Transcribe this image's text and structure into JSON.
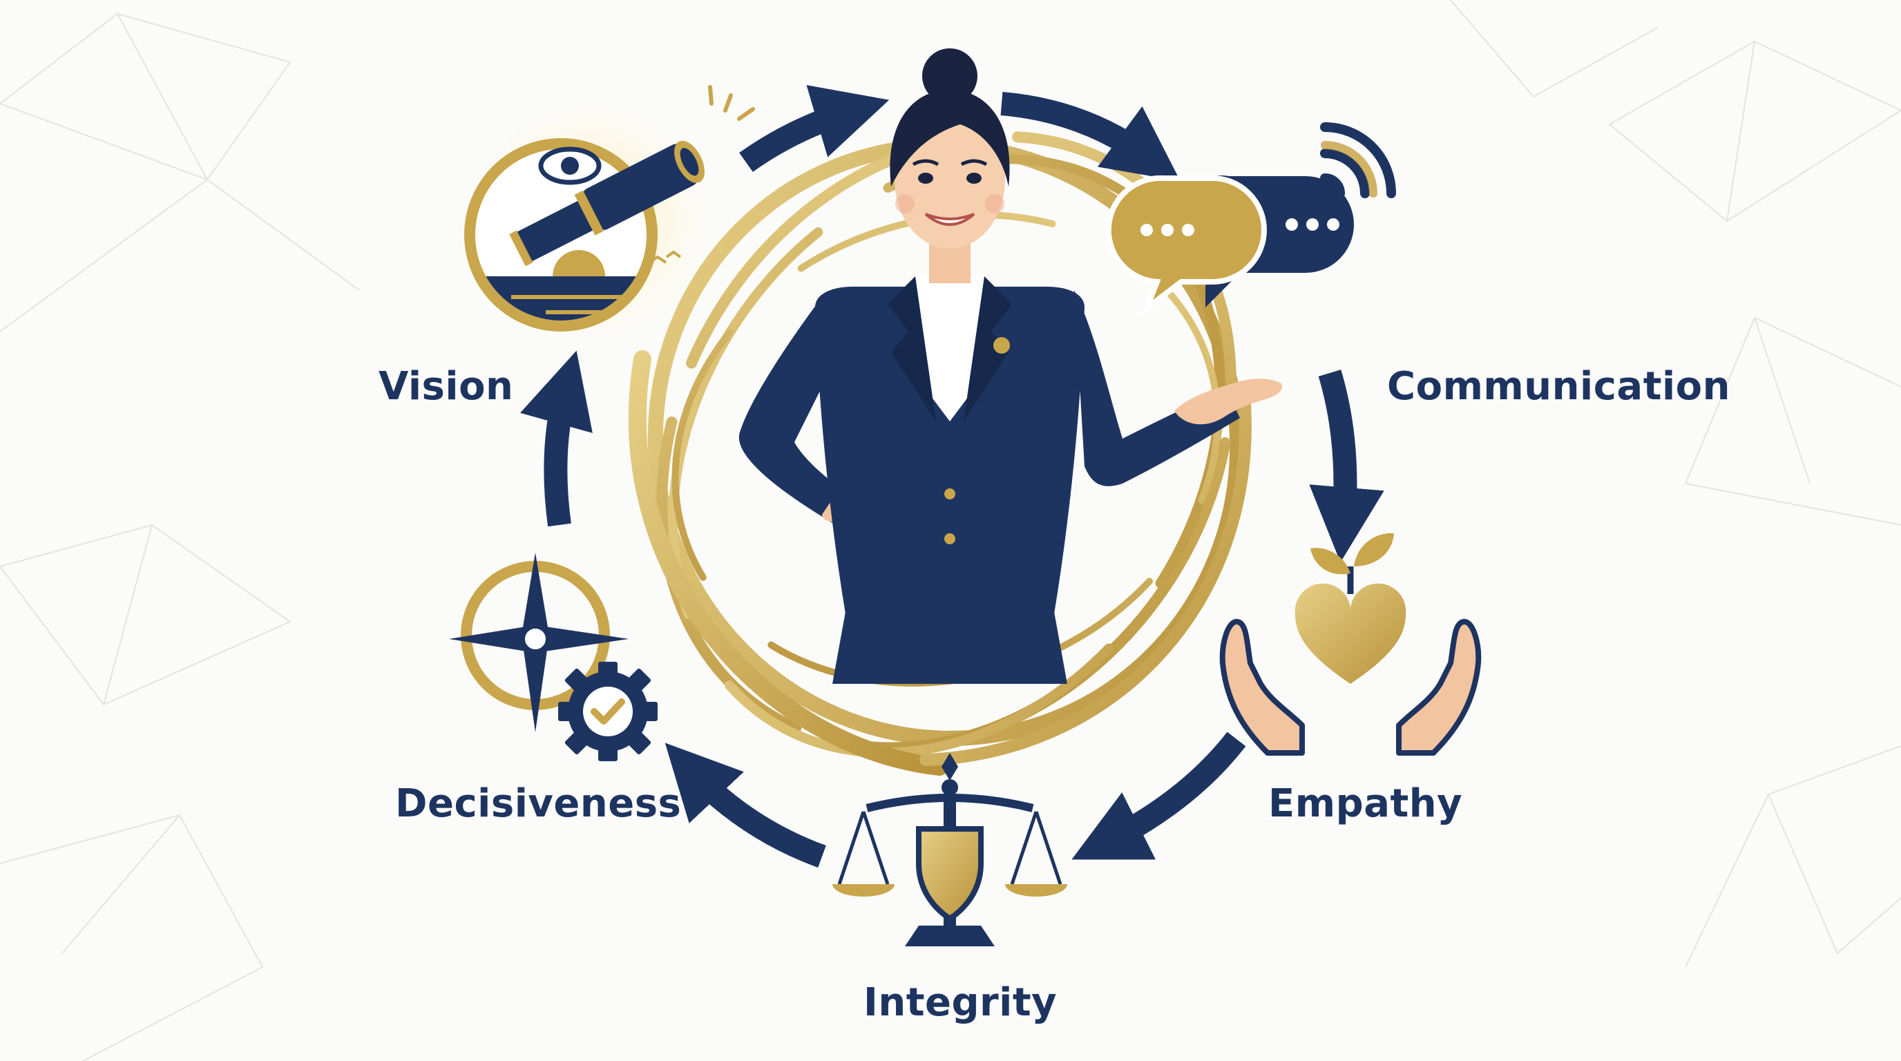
{
  "diagram": {
    "type": "leadership-qualities-cycle",
    "qualities": [
      {
        "key": "vision",
        "label": "Vision",
        "icon": "telescope-icon"
      },
      {
        "key": "communication",
        "label": "Communication",
        "icon": "chat-bubbles-icon"
      },
      {
        "key": "empathy",
        "label": "Empathy",
        "icon": "hands-heart-icon"
      },
      {
        "key": "integrity",
        "label": "Integrity",
        "icon": "scales-shield-icon"
      },
      {
        "key": "decisiveness",
        "label": "Decisiveness",
        "icon": "compass-gear-icon"
      }
    ],
    "center_figure": "businesswoman-illustration",
    "colors": {
      "navy": "#1e3460",
      "gold": "#c9a64b",
      "gold_light": "#e6cf86",
      "skin": "#f2c4a0",
      "background": "#fbfbfa"
    }
  }
}
